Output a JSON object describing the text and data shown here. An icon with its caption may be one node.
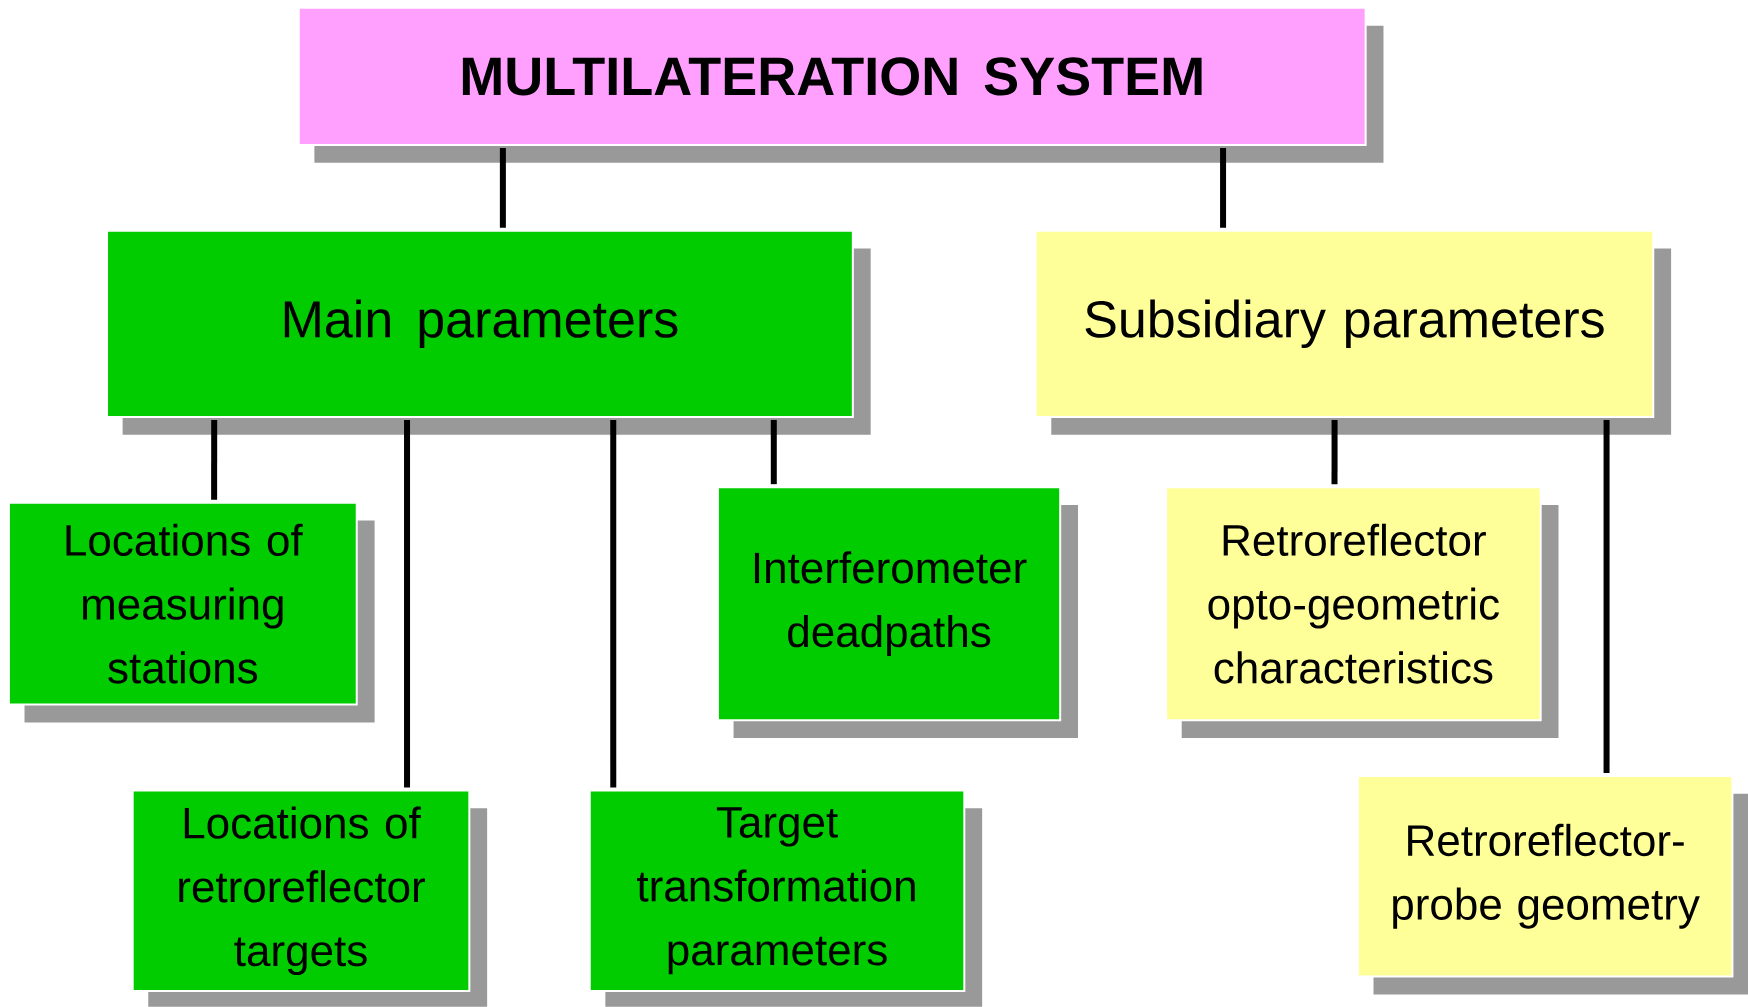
{
  "diagram": {
    "nodes": [
      {
        "text": [
          "MULTILATERATION SYSTEM"
        ]
      },
      {
        "text": [
          "Main parameters"
        ]
      },
      {
        "text": [
          "Subsidiary parameters"
        ]
      },
      {
        "text": [
          "Locations of measuring stations"
        ]
      },
      {
        "text": [
          "Locations of retroreflector targets"
        ]
      },
      {
        "text": [
          "Target transformation parameters"
        ]
      },
      {
        "text": [
          "Interferometer deadpaths"
        ]
      },
      {
        "text": [
          "Retroreflector opto-geometric characteristics"
        ]
      },
      {
        "text": [
          "Retroreflector-probe geometry"
        ]
      }
    ],
    "edges": [
      {
        "from": 0,
        "to": 1,
        "arrow": "none"
      },
      {
        "from": 0,
        "to": 2,
        "arrow": "none"
      },
      {
        "from": 1,
        "to": 3,
        "arrow": "none"
      },
      {
        "from": 1,
        "to": 4,
        "arrow": "none"
      },
      {
        "from": 1,
        "to": 5,
        "arrow": "none"
      },
      {
        "from": 1,
        "to": 6,
        "arrow": "none"
      },
      {
        "from": 2,
        "to": 7,
        "arrow": "none"
      },
      {
        "from": 2,
        "to": 8,
        "arrow": "none"
      }
    ]
  }
}
